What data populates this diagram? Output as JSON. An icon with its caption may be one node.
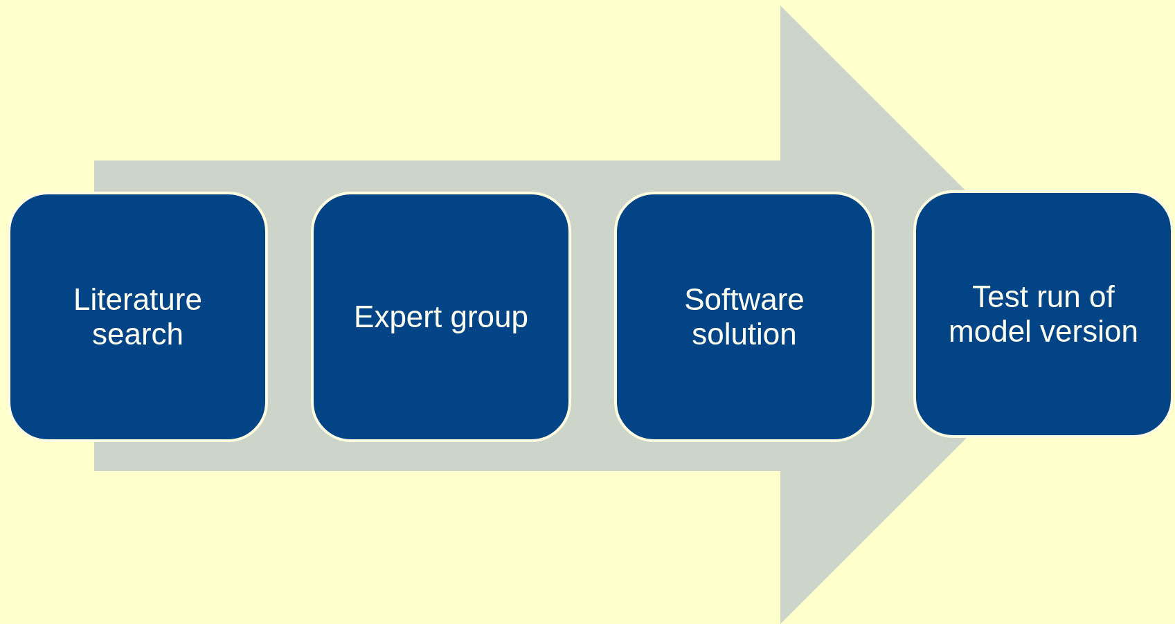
{
  "diagram": {
    "nodes": [
      {
        "text": [
          "Literature search"
        ]
      },
      {
        "text": [
          "Expert group"
        ]
      },
      {
        "text": [
          "Software solution"
        ]
      },
      {
        "text": [
          "Test run of model version"
        ]
      }
    ],
    "edges": [
      {
        "from": 0,
        "to": 3,
        "arrow": "to"
      }
    ]
  }
}
